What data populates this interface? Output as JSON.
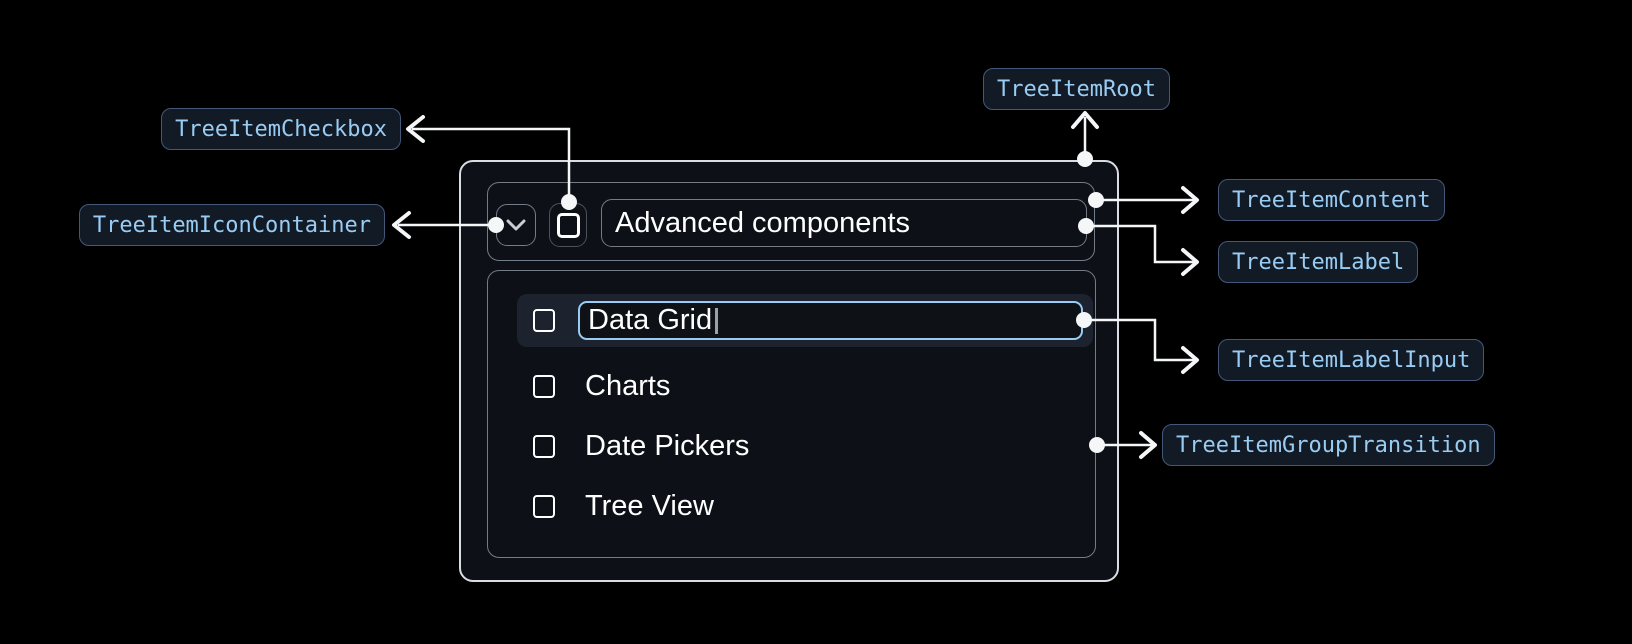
{
  "diagram": {
    "chips": {
      "root": "TreeItemRoot",
      "checkbox": "TreeItemCheckbox",
      "icon_container": "TreeItemIconContainer",
      "content": "TreeItemContent",
      "label": "TreeItemLabel",
      "label_input": "TreeItemLabelInput",
      "group_transition": "TreeItemGroupTransition"
    }
  },
  "tree": {
    "parent": {
      "label": "Advanced components",
      "expanded": true,
      "checkbox_checked": false
    },
    "editing_item": {
      "input_value": "Data Grid",
      "checkbox_checked": false
    },
    "items": [
      {
        "label": "Charts",
        "checkbox_checked": false
      },
      {
        "label": "Date Pickers",
        "checkbox_checked": false
      },
      {
        "label": "Tree View",
        "checkbox_checked": false
      }
    ]
  },
  "colors": {
    "page_bg": "#000000",
    "panel_bg": "#0d1117",
    "outer_border": "#d8dde2",
    "inner_border": "#737c87",
    "highlight_row_bg": "#1c232e",
    "input_focus_border": "#99ccf3",
    "item_text": "#ffffff",
    "chip_bg": "#121a26",
    "chip_border": "#44597a",
    "chip_text": "#99ccf3",
    "connector": "#f4f6f8"
  }
}
